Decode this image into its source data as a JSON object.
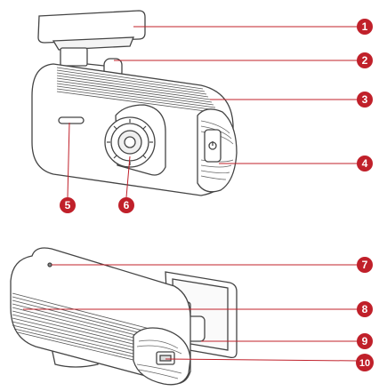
{
  "diagram": {
    "line_color": "#c0202a",
    "marker_color": "#c0202a",
    "marker_text_color": "#ffffff",
    "device_stroke": "#444444",
    "callouts": [
      {
        "id": "c1",
        "label": "1"
      },
      {
        "id": "c2",
        "label": "2"
      },
      {
        "id": "c3",
        "label": "3"
      },
      {
        "id": "c4",
        "label": "4"
      },
      {
        "id": "c5",
        "label": "5"
      },
      {
        "id": "c6",
        "label": "6"
      },
      {
        "id": "c7",
        "label": "7"
      },
      {
        "id": "c8",
        "label": "8"
      },
      {
        "id": "c9",
        "label": "9"
      },
      {
        "id": "c10",
        "label": "10"
      }
    ]
  }
}
